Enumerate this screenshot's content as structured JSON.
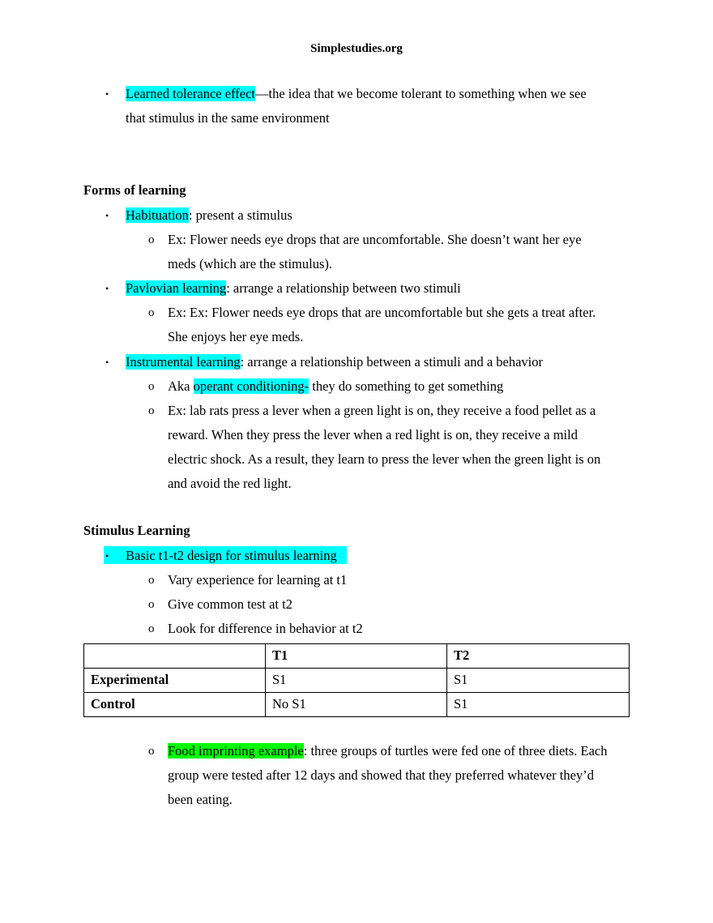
{
  "header": {
    "site": "Simplestudies.org"
  },
  "intro": {
    "term": "Learned tolerance effect",
    "line1_rest": "—the idea that we become tolerant to something when we see",
    "line2": "that stimulus in the same environment"
  },
  "forms": {
    "heading": "Forms of learning",
    "habituation": {
      "term": "Habituation",
      "rest": ": present a stimulus",
      "ex_line1": "Ex: Flower needs eye drops that are uncomfortable. She doesn’t want her eye",
      "ex_line2": "meds (which are the stimulus)."
    },
    "pavlovian": {
      "term": "Pavlovian learning",
      "rest": ": arrange a relationship between two stimuli",
      "ex_line1": "Ex: Ex: Flower needs eye drops that are uncomfortable but she gets a treat after.",
      "ex_line2": "She enjoys her eye meds."
    },
    "instrumental": {
      "term": "Instrumental learning",
      "rest": ": arrange a relationship between a stimuli and a behavior",
      "aka_pre": "Aka ",
      "aka_term": "operant conditioning-",
      "aka_rest": " they do something to get something",
      "ex_line1": "Ex: lab rats press a lever when a green light is on, they receive a food pellet as a",
      "ex_line2": "reward. When they press the lever when a red light is on, they receive a mild",
      "ex_line3": "electric shock. As a result, they learn to press the lever when the green light is on",
      "ex_line4": "and avoid the red light."
    }
  },
  "stimulus": {
    "heading": "Stimulus Learning",
    "basic": "Basic t1-t2 design for stimulus learning",
    "sub1": "Vary experience for learning at t1",
    "sub2": "Give common test at t2",
    "sub3": "Look for difference in behavior at t2",
    "table": {
      "headers": [
        "",
        "T1",
        "T2"
      ],
      "rows": [
        [
          "Experimental",
          "S1",
          "S1"
        ],
        [
          "Control",
          "No S1",
          "S1"
        ]
      ]
    },
    "food": {
      "term": "Food imprinting example",
      "line1_rest": ": three groups of turtles were fed one of three diets. Each",
      "line2": "group were tested after 12 days and showed that they preferred whatever they’d",
      "line3": "been eating."
    }
  },
  "glyphs": {
    "bullet": "•",
    "sub_bullet": "o"
  },
  "colors": {
    "highlight_cyan": "#00ffff",
    "highlight_green": "#00ff00"
  }
}
